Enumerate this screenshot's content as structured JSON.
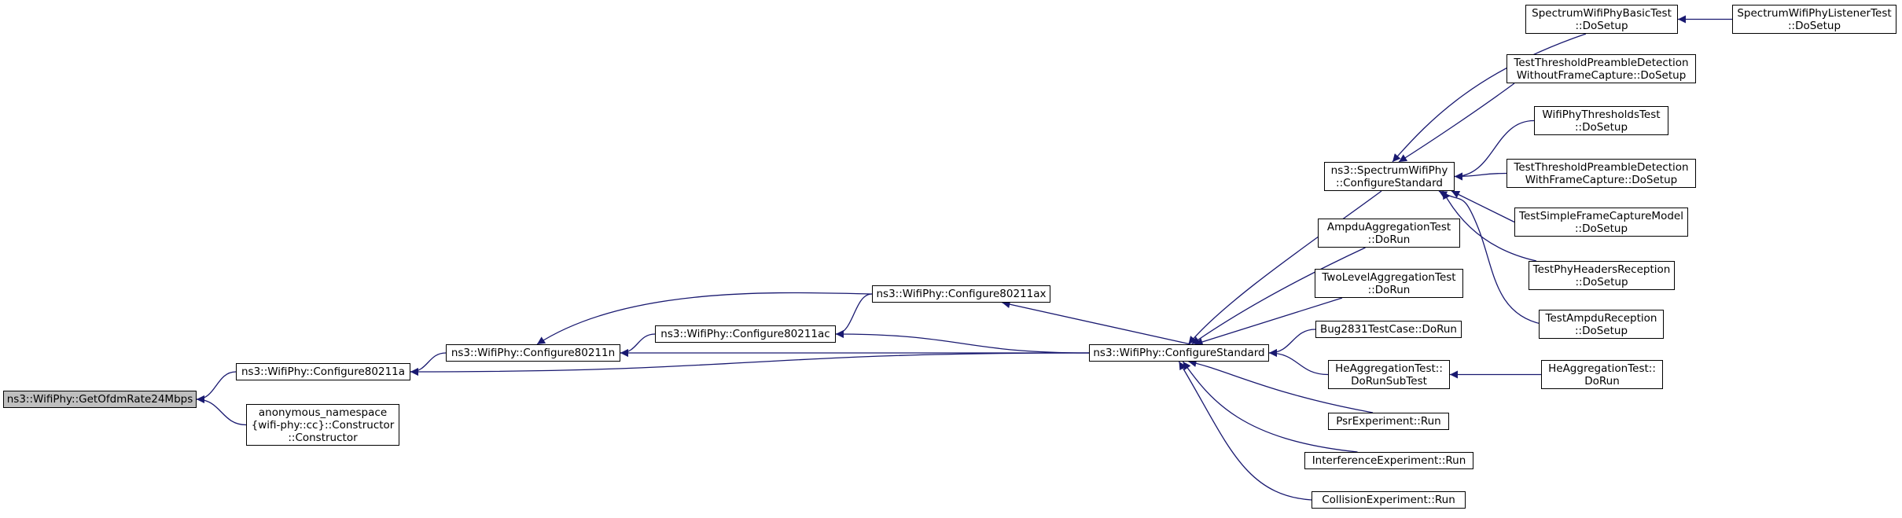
{
  "diagram": {
    "type": "caller-graph",
    "colors": {
      "edge": "#191970",
      "node_border": "#000000",
      "root_fill": "#bfbfbf",
      "node_fill": "#ffffff"
    },
    "nodes": [
      {
        "id": "get24",
        "lines": [
          "ns3::WifiPhy::GetOfdmRate24Mbps"
        ],
        "root": true
      },
      {
        "id": "c11a",
        "lines": [
          "ns3::WifiPhy::Configure80211a"
        ]
      },
      {
        "id": "anon",
        "lines": [
          "anonymous_namespace",
          "{wifi-phy::cc}::Constructor",
          "::Constructor"
        ]
      },
      {
        "id": "c11n",
        "lines": [
          "ns3::WifiPhy::Configure80211n"
        ]
      },
      {
        "id": "c11ac",
        "lines": [
          "ns3::WifiPhy::Configure80211ac"
        ]
      },
      {
        "id": "c11ax",
        "lines": [
          "ns3::WifiPhy::Configure80211ax"
        ]
      },
      {
        "id": "cstd",
        "lines": [
          "ns3::WifiPhy::ConfigureStandard"
        ]
      },
      {
        "id": "scstd",
        "lines": [
          "ns3::SpectrumWifiPhy",
          "::ConfigureStandard"
        ]
      },
      {
        "id": "ampdu",
        "lines": [
          "AmpduAggregationTest",
          "::DoRun"
        ]
      },
      {
        "id": "twolevel",
        "lines": [
          "TwoLevelAggregationTest",
          "::DoRun"
        ]
      },
      {
        "id": "bug2831",
        "lines": [
          "Bug2831TestCase::DoRun"
        ]
      },
      {
        "id": "heagg",
        "lines": [
          "HeAggregationTest::",
          "DoRunSubTest"
        ]
      },
      {
        "id": "psr",
        "lines": [
          "PsrExperiment::Run"
        ]
      },
      {
        "id": "interf",
        "lines": [
          "InterferenceExperiment::Run"
        ]
      },
      {
        "id": "collision",
        "lines": [
          "CollisionExperiment::Run"
        ]
      },
      {
        "id": "heaggrun",
        "lines": [
          "HeAggregationTest::",
          "DoRun"
        ]
      },
      {
        "id": "swbasic",
        "lines": [
          "SpectrumWifiPhyBasicTest",
          "::DoSetup"
        ]
      },
      {
        "id": "swlistener",
        "lines": [
          "SpectrumWifiPhyListenerTest",
          "::DoSetup"
        ]
      },
      {
        "id": "ttpd_wo",
        "lines": [
          "TestThresholdPreambleDetection",
          "WithoutFrameCapture::DoSetup"
        ]
      },
      {
        "id": "wpthr",
        "lines": [
          "WifiPhyThresholdsTest",
          "::DoSetup"
        ]
      },
      {
        "id": "ttpd_w",
        "lines": [
          "TestThresholdPreambleDetection",
          "WithFrameCapture::DoSetup"
        ]
      },
      {
        "id": "tsfc",
        "lines": [
          "TestSimpleFrameCaptureModel",
          "::DoSetup"
        ]
      },
      {
        "id": "tphr",
        "lines": [
          "TestPhyHeadersReception",
          "::DoSetup"
        ]
      },
      {
        "id": "tampdu",
        "lines": [
          "TestAmpduReception",
          "::DoSetup"
        ]
      }
    ],
    "edges": [
      {
        "from": "c11a",
        "to": "get24"
      },
      {
        "from": "anon",
        "to": "get24"
      },
      {
        "from": "c11n",
        "to": "c11a"
      },
      {
        "from": "cstd",
        "to": "c11a"
      },
      {
        "from": "c11ax",
        "to": "c11n"
      },
      {
        "from": "c11ac",
        "to": "c11n"
      },
      {
        "from": "cstd",
        "to": "c11n"
      },
      {
        "from": "c11ax",
        "to": "c11ac"
      },
      {
        "from": "cstd",
        "to": "c11ac"
      },
      {
        "from": "cstd",
        "to": "c11ax"
      },
      {
        "from": "scstd",
        "to": "cstd"
      },
      {
        "from": "ampdu",
        "to": "cstd"
      },
      {
        "from": "twolevel",
        "to": "cstd"
      },
      {
        "from": "bug2831",
        "to": "cstd"
      },
      {
        "from": "heagg",
        "to": "cstd"
      },
      {
        "from": "psr",
        "to": "cstd"
      },
      {
        "from": "interf",
        "to": "cstd"
      },
      {
        "from": "collision",
        "to": "cstd"
      },
      {
        "from": "heaggrun",
        "to": "heagg"
      },
      {
        "from": "swbasic",
        "to": "scstd"
      },
      {
        "from": "ttpd_wo",
        "to": "scstd"
      },
      {
        "from": "wpthr",
        "to": "scstd"
      },
      {
        "from": "ttpd_w",
        "to": "scstd"
      },
      {
        "from": "tsfc",
        "to": "scstd"
      },
      {
        "from": "tphr",
        "to": "scstd"
      },
      {
        "from": "tampdu",
        "to": "scstd"
      },
      {
        "from": "swlistener",
        "to": "swbasic"
      }
    ]
  }
}
